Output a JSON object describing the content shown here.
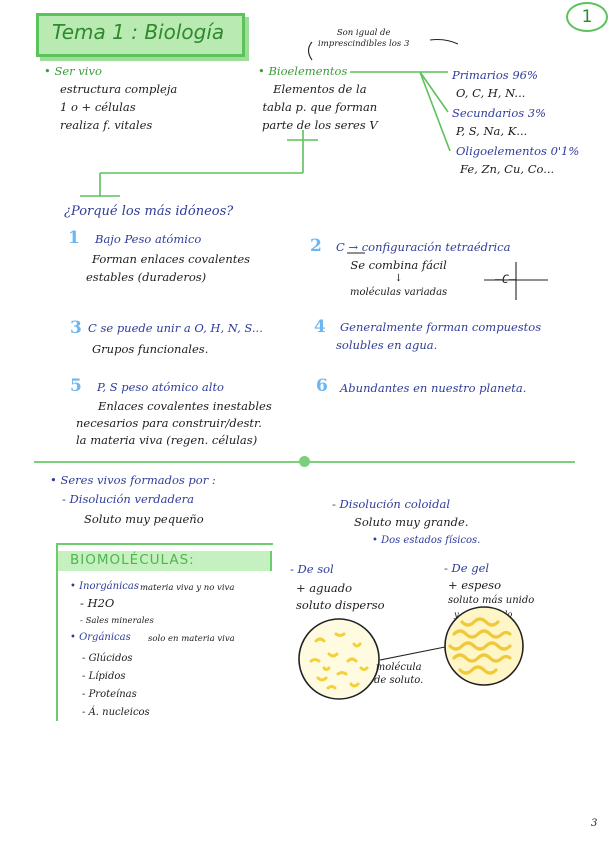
{
  "page_title": "Tema 1 : Biología",
  "page_number": "1",
  "footer_page": "3",
  "ser_vivo": {
    "label": "Ser vivo",
    "lines": [
      "estructura compleja",
      "1 o + células",
      "realiza f. vitales"
    ]
  },
  "bioelementos": {
    "note_line1": "Son igual de",
    "note_line2": "imprescindibles los 3",
    "title": "Bioelementos",
    "desc": [
      "Elementos de la",
      "tabla p. que forman",
      "parte de los seres V"
    ],
    "primarios": {
      "label": "Primarios 96%",
      "elements": "O, C, H, N..."
    },
    "secundarios": {
      "label": "Secundarios 3%",
      "elements": "P, S, Na, K..."
    },
    "oligoelementos": {
      "label": "Oligoelementos 0'1%",
      "elements": "Fe, Zn, Cu, Co..."
    }
  },
  "porque": {
    "question": "¿Porqué los más idóneos?",
    "items": [
      {
        "num": "1",
        "title": "Bajo Peso atómico",
        "text": [
          "Forman enlaces covalentes",
          "estables (duraderos)"
        ]
      },
      {
        "num": "2",
        "title": "C → configuración tetraédrica",
        "text": [
          "Se combina fácil",
          "↓",
          "moléculas variadas"
        ],
        "diagram": "—C—"
      },
      {
        "num": "3",
        "title": "C se puede unir a O, H, N, S...",
        "text": [
          "Grupos funcionales."
        ]
      },
      {
        "num": "4",
        "title": "Generalmente forman compuestos",
        "text": [
          "solubles en agua."
        ]
      },
      {
        "num": "5",
        "title": "P, S peso atómico alto",
        "text": [
          "Enlaces covalentes inestables",
          "necesarios para construir/destr.",
          "la materia viva (regen. células)"
        ]
      },
      {
        "num": "6",
        "title": "Abundantes en nuestro planeta.",
        "text": []
      }
    ]
  },
  "seres": {
    "intro": "Seres vivos formados por :",
    "verdadera": {
      "label": "Disolución verdadera",
      "text": "Soluto muy pequeño"
    },
    "coloidal": {
      "label": "Disolución coloidal",
      "text": "Soluto muy grande.",
      "sub": "Dos estados físicos."
    },
    "sol": {
      "label": "De sol",
      "lines": [
        "+ aguado",
        "soluto disperso"
      ]
    },
    "gel": {
      "label": "De gel",
      "lines": [
        "+ espeso",
        "soluto más unido",
        "y entrelazado"
      ]
    },
    "molecula": [
      "molécula",
      "de soluto."
    ]
  },
  "biomoleculas": {
    "title": "BIOMOLÉCULAS:",
    "inorganicas": {
      "label": "Inorgánicas",
      "note": "materia viva y no viva"
    },
    "inorganic_items": [
      "H2O",
      "Sales minerales"
    ],
    "organicas": {
      "label": "Orgánicas",
      "note": "solo en materia viva"
    },
    "organic_items": [
      "Glúcidos",
      "Lípidos",
      "Proteínas",
      "Á. nucleicos"
    ]
  },
  "colors": {
    "accent_green": "#5cc25c",
    "ink_blue": "#2f3c9a",
    "ink_dark": "#1c1c1c",
    "yellow": "#f5d84a"
  }
}
